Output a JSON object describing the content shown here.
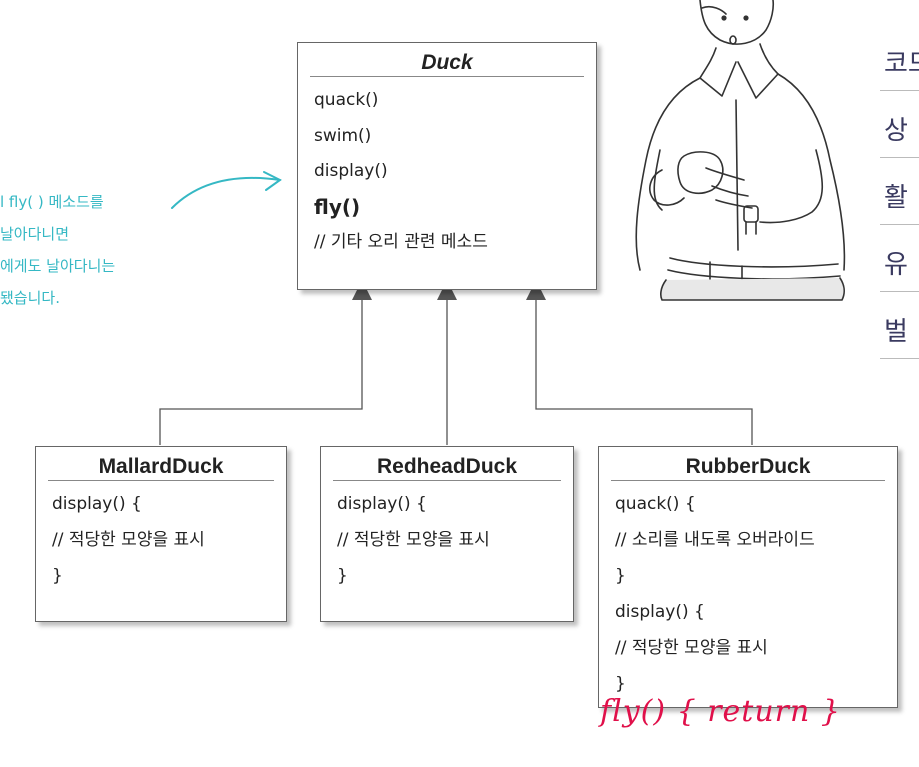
{
  "superclass": {
    "name": "Duck",
    "methods": [
      "quack()",
      "swim()",
      "display()",
      "fly()",
      "// 기타 오리 관련 메소드"
    ],
    "highlighted_method": "fly()"
  },
  "subclasses": [
    {
      "name": "MallardDuck",
      "lines": [
        "display() {",
        "// 적당한 모양을 표시",
        "}"
      ]
    },
    {
      "name": "RedheadDuck",
      "lines": [
        "display() {",
        "// 적당한 모양을 표시",
        "}"
      ]
    },
    {
      "name": "RubberDuck",
      "lines": [
        "quack() {",
        "// 소리를 내도록 오버라이드",
        "}",
        "display() {",
        "// 적당한 모양을 표시",
        "}"
      ]
    }
  ],
  "annotations": {
    "side_note_lines": [
      "l fly( ) 메소드를",
      "날아다니면",
      "에게도 날아다니는",
      "됐습니다."
    ],
    "handwritten_override": "fly() { return }",
    "right_tabs": [
      "코드",
      "상",
      "활",
      "유",
      "벌"
    ]
  },
  "colors": {
    "side_note": "#35b8c4",
    "handwritten_override": "#e0104a",
    "box_border": "#666666",
    "arrow": "#555555"
  }
}
